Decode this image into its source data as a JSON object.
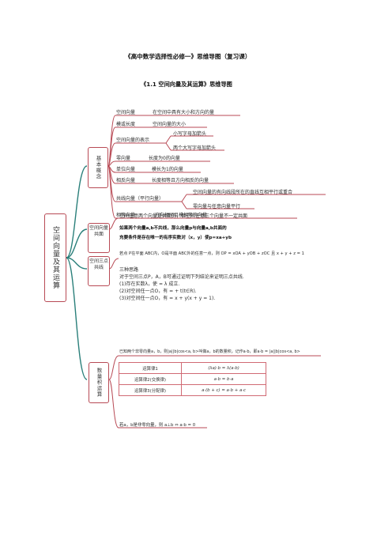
{
  "doc": {
    "title": "《高中数学选择性必修一》思维导图（复习课）",
    "subtitle": "《1.1 空间向量及其运算》思维导图"
  },
  "root": {
    "label": "空间向量及其运算"
  },
  "branch_basic": {
    "label": "基本概念",
    "items": [
      {
        "name": "空间向量",
        "desc": "在空间中具有大小和方向的量"
      },
      {
        "name": "模或长度",
        "desc": "空间向量的大小"
      },
      {
        "name": "空间向量的表示",
        "desc1": "小写字母加箭头",
        "desc2": "两个大写字母加箭头"
      },
      {
        "name": "零向量",
        "desc": "长度为0的向量"
      },
      {
        "name": "单位向量",
        "desc": "模长为1的向量"
      },
      {
        "name": "相反向量",
        "desc": "长度相等且方向相反的向量"
      },
      {
        "name": "共线向量（平行向量）",
        "desc1": "空间向量的有向线段所在的直线互相平行或重合",
        "desc2": "零向量与任意向量平行"
      },
      {
        "name": "相等向量",
        "desc": "方向相同且模相等的向量"
      }
    ]
  },
  "branch_coplanar": {
    "label": "空间向量共面",
    "line1": "空间任意两个向量是共面的，但空间任意三个向量不一定共面",
    "line2": "如果两个向量a,b不共线，那么向量p与向量a,b共面的",
    "line3": "充要条件是存在唯一的有序实数对（x，y）使p=xa+yb",
    "line4": "若点 P在平面 ABC内，O是平面 ABC外的任意一点，则 OP = xOA + yOB + zOC 且 x + y + z = 1"
  },
  "branch_collinear": {
    "label": "空间三点共线",
    "line1": "三种思路",
    "line2": "对于空间三点P，A，B可通过证明下列结论来证明三点共线.",
    "line3": "(1)存在实数λ，使 = λ 成立.",
    "line4": "(2)对空间任一点O，有 = + t(t∈R).",
    "line5": "(3)对空间任一点O，有 = x + y(x + y = 1)."
  },
  "branch_dot": {
    "label": "数量积运算",
    "def": "已知两个非零向量a，b，则|a||b|cos<a, b>叫做a，b的数量积，记作a·b，即a·b = |a||b|cos<a, b>",
    "table": [
      {
        "name": "运算律1",
        "formula": "(λa)·b = λ(a·b)"
      },
      {
        "name": "运算律2(交换律)",
        "formula": "a·b = b·a"
      },
      {
        "name": "运算律3(分配律)",
        "formula": "a·(b + c) = a·b + a·c"
      }
    ],
    "perp": "若a，b是非零向量，则 a⊥b ⇔ a·b = 0"
  },
  "colors": {
    "branch": "#b84a55",
    "branch_teal": "#2a7f7a",
    "connector": "#2a7f7a"
  }
}
